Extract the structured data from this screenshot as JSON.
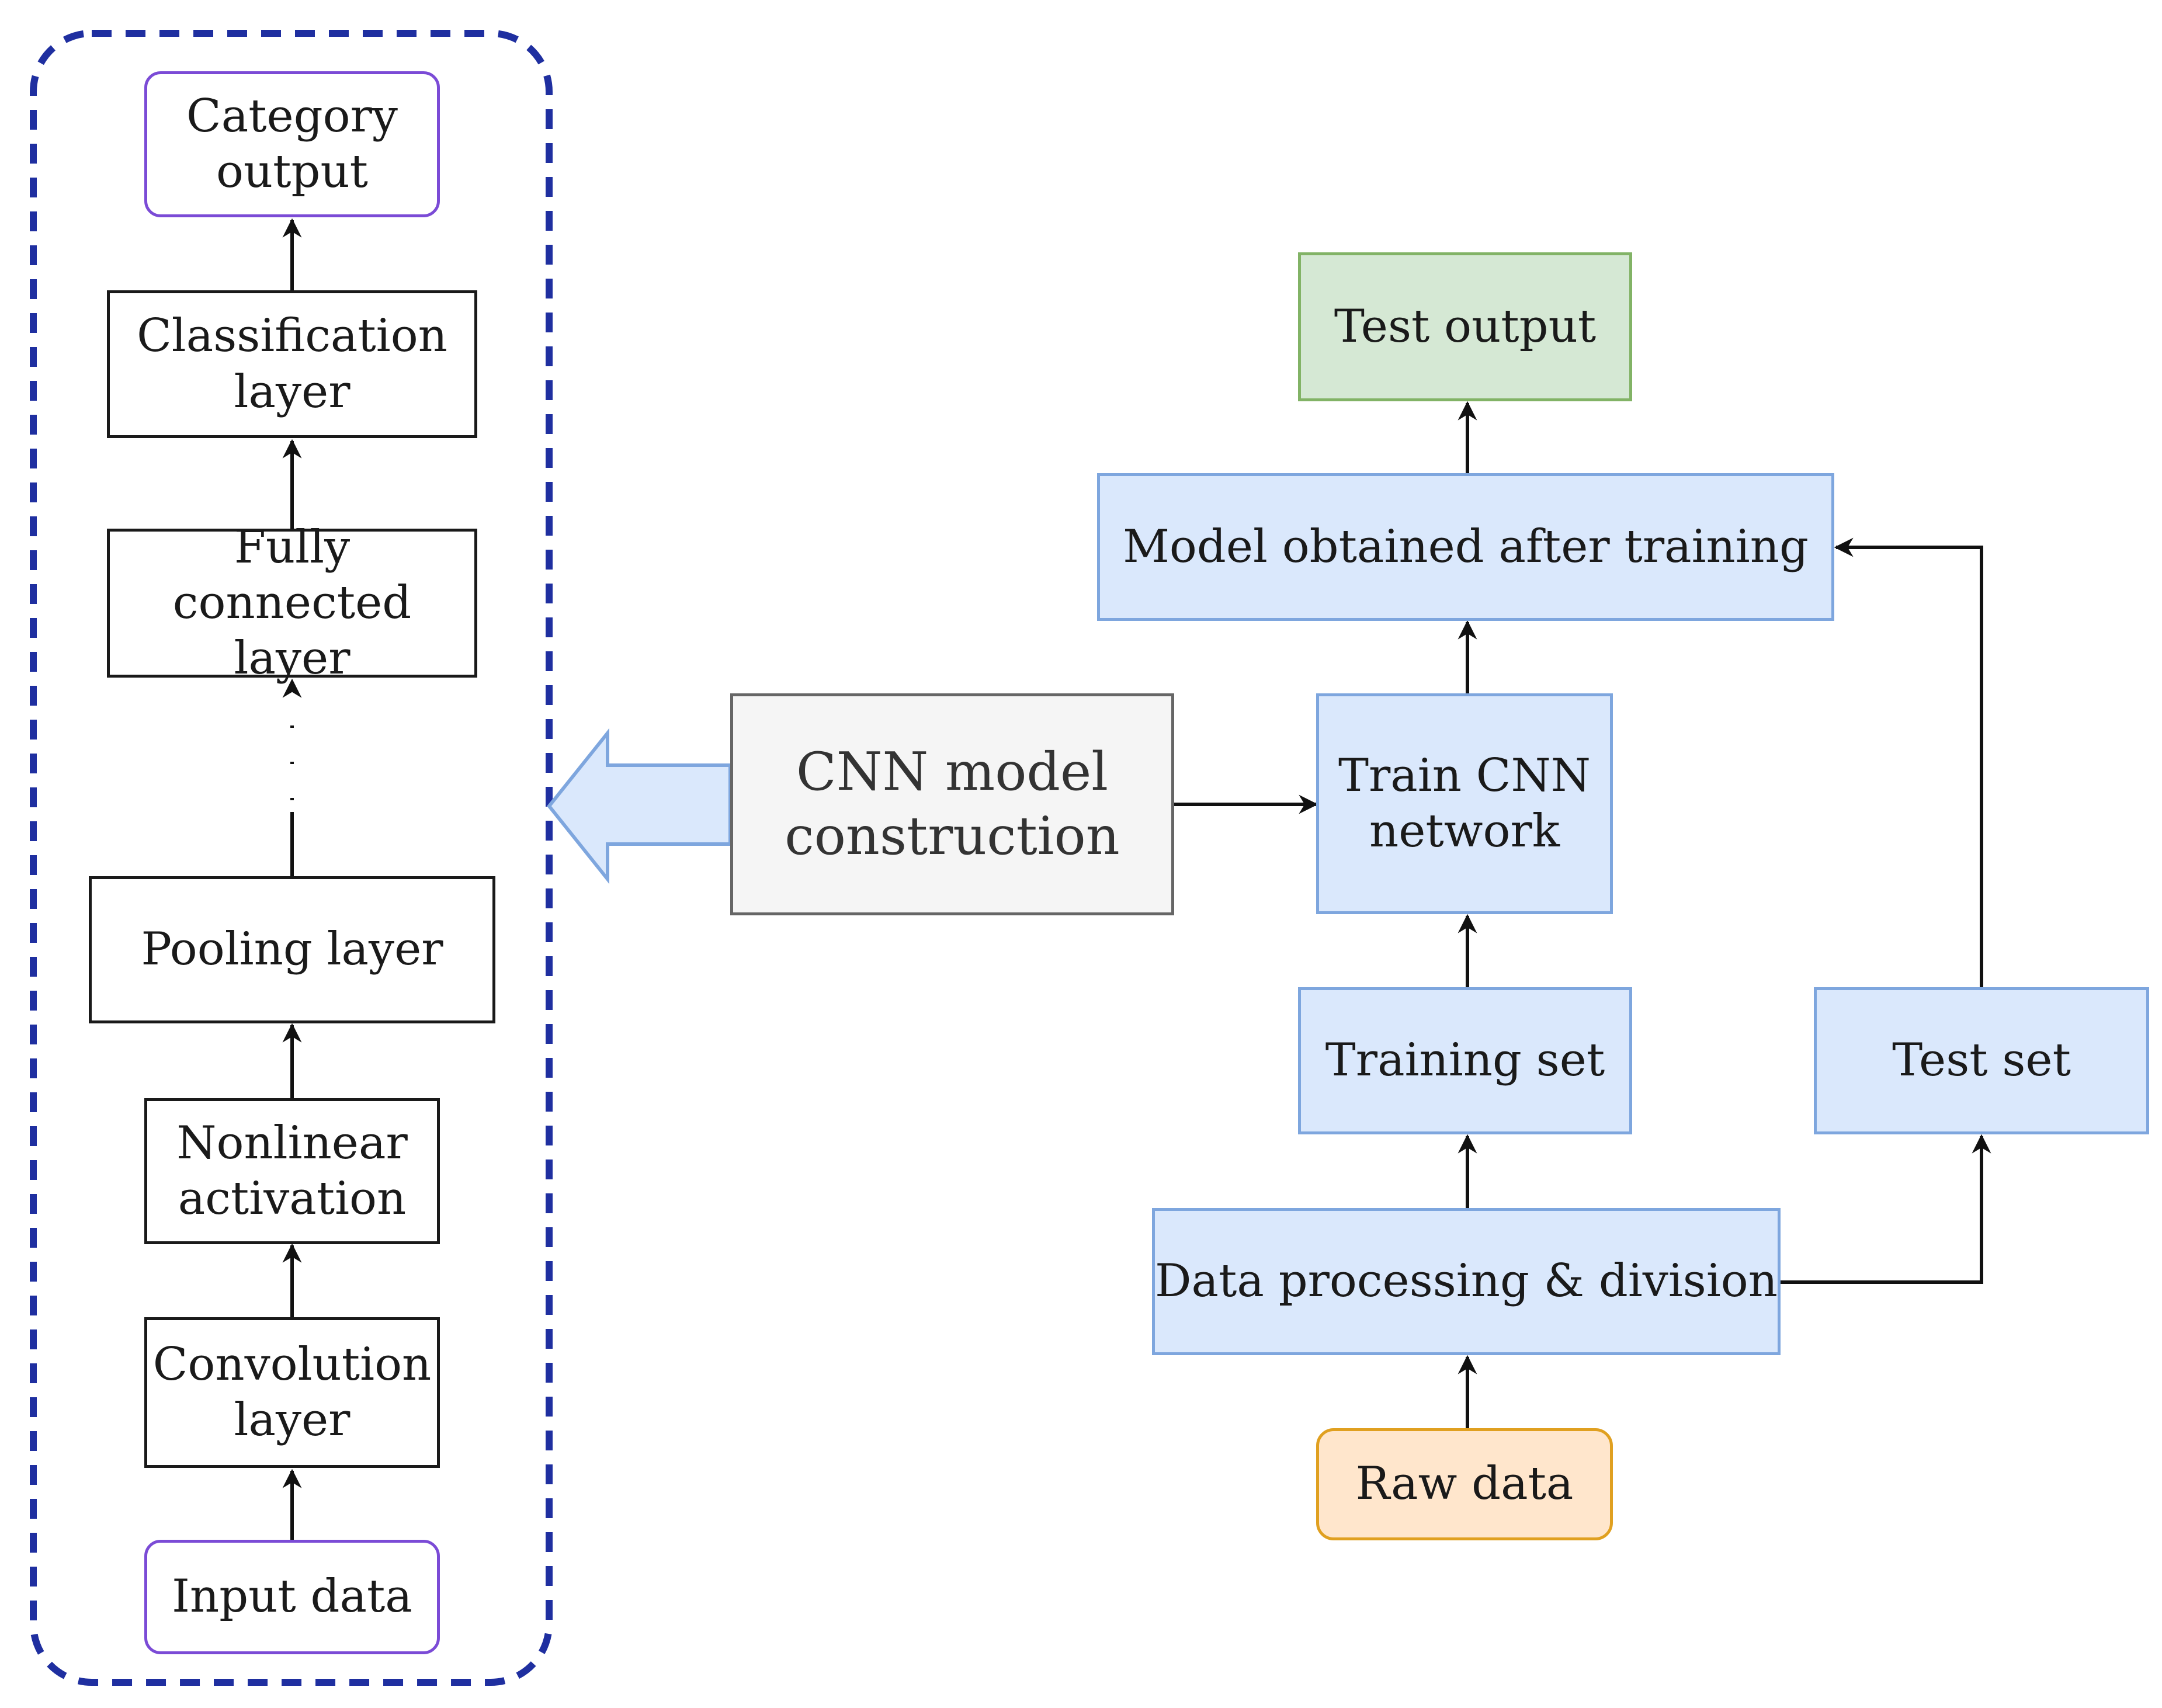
{
  "left_stack": {
    "category_output": "Category\noutput",
    "classification_layer": "Classification\nlayer",
    "fully_connected_layer": "Fully connected\nlayer",
    "pooling_layer": "Pooling layer",
    "nonlinear_activation": "Nonlinear\nactivation",
    "convolution_layer": "Convolution\nlayer",
    "input_data": "Input data"
  },
  "center": {
    "cnn_model_construction": "CNN model\nconstruction"
  },
  "right_flow": {
    "test_output": "Test output",
    "model_after_training": "Model obtained after training",
    "train_cnn_network": "Train CNN\nnetwork",
    "training_set": "Training set",
    "test_set": "Test set",
    "data_processing": "Data processing & division",
    "raw_data": "Raw data"
  },
  "colors": {
    "dashed_border": "#1f2fa0",
    "io_border": "#7b4bd6",
    "blue_fill": "#dae8fc",
    "blue_border": "#7ea6de",
    "green_fill": "#d5e8d4",
    "green_border": "#82b366",
    "orange_fill": "#ffe6cc",
    "orange_border": "#e0a020",
    "gray_fill": "#f5f5f5",
    "gray_border": "#666666"
  }
}
